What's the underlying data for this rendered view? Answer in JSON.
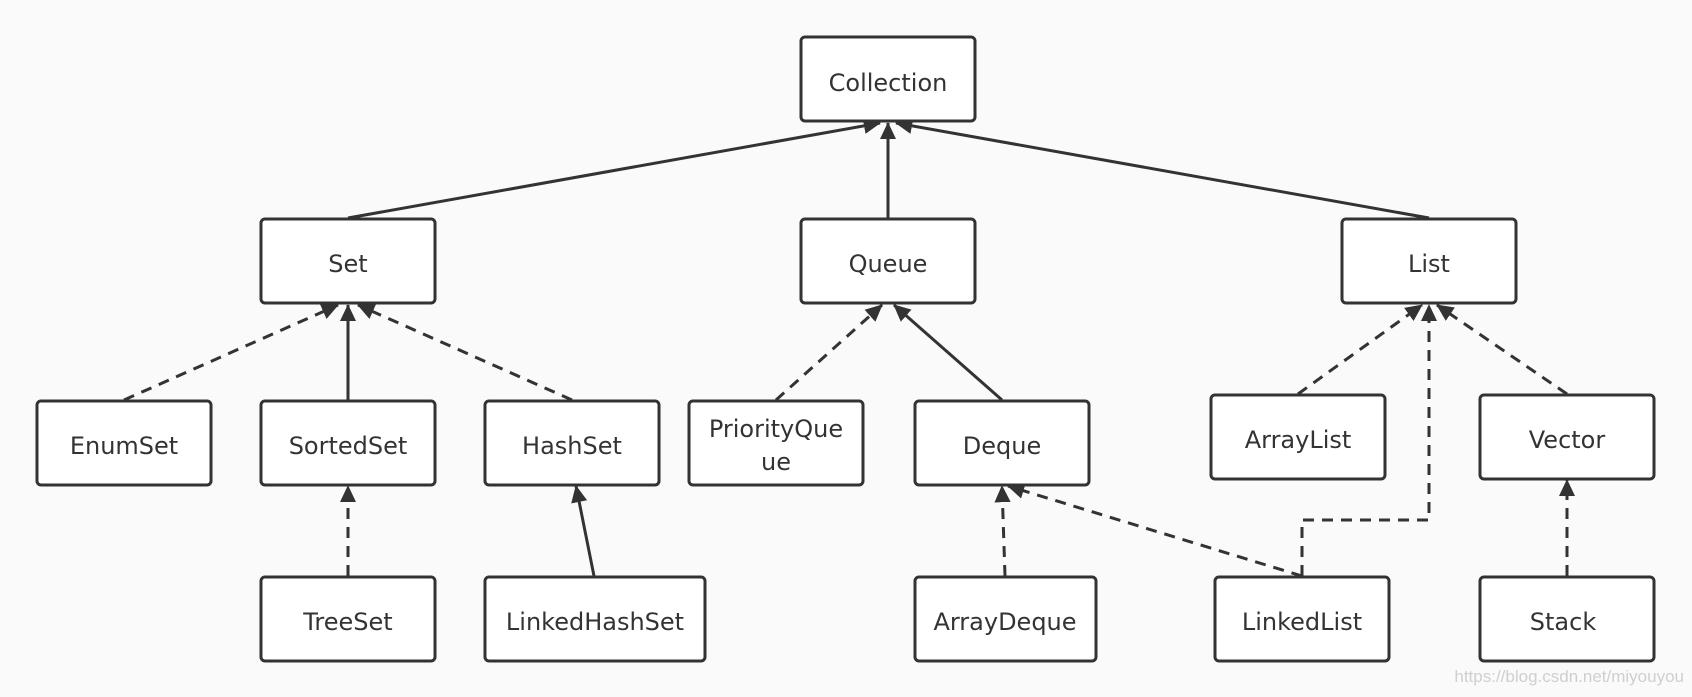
{
  "nodes": {
    "collection": "Collection",
    "set": "Set",
    "queue": "Queue",
    "list": "List",
    "enumset": "EnumSet",
    "sortedset": "SortedSet",
    "hashset": "HashSet",
    "priorityqueue_line1": "PriorityQue",
    "priorityqueue_line2": "ue",
    "deque": "Deque",
    "arraylist": "ArrayList",
    "vector": "Vector",
    "treeset": "TreeSet",
    "linkedhashset": "LinkedHashSet",
    "arraydeque": "ArrayDeque",
    "linkedlist": "LinkedList",
    "stack": "Stack"
  },
  "relations": [
    {
      "from": "Set",
      "to": "Collection",
      "style": "solid"
    },
    {
      "from": "Queue",
      "to": "Collection",
      "style": "solid"
    },
    {
      "from": "List",
      "to": "Collection",
      "style": "solid"
    },
    {
      "from": "EnumSet",
      "to": "Set",
      "style": "dashed"
    },
    {
      "from": "SortedSet",
      "to": "Set",
      "style": "solid"
    },
    {
      "from": "HashSet",
      "to": "Set",
      "style": "dashed"
    },
    {
      "from": "PriorityQueue",
      "to": "Queue",
      "style": "dashed"
    },
    {
      "from": "Deque",
      "to": "Queue",
      "style": "solid"
    },
    {
      "from": "ArrayList",
      "to": "List",
      "style": "dashed"
    },
    {
      "from": "Vector",
      "to": "List",
      "style": "dashed"
    },
    {
      "from": "LinkedList",
      "to": "List",
      "style": "dashed"
    },
    {
      "from": "TreeSet",
      "to": "SortedSet",
      "style": "dashed"
    },
    {
      "from": "LinkedHashSet",
      "to": "HashSet",
      "style": "solid"
    },
    {
      "from": "ArrayDeque",
      "to": "Deque",
      "style": "dashed"
    },
    {
      "from": "LinkedList",
      "to": "Deque",
      "style": "dashed"
    },
    {
      "from": "Stack",
      "to": "Vector",
      "style": "dashed"
    }
  ],
  "colors": {
    "stroke": "#333333",
    "background": "#fafafa",
    "box_fill": "#ffffff"
  },
  "watermark": "https://blog.csdn.net/miyouyou"
}
